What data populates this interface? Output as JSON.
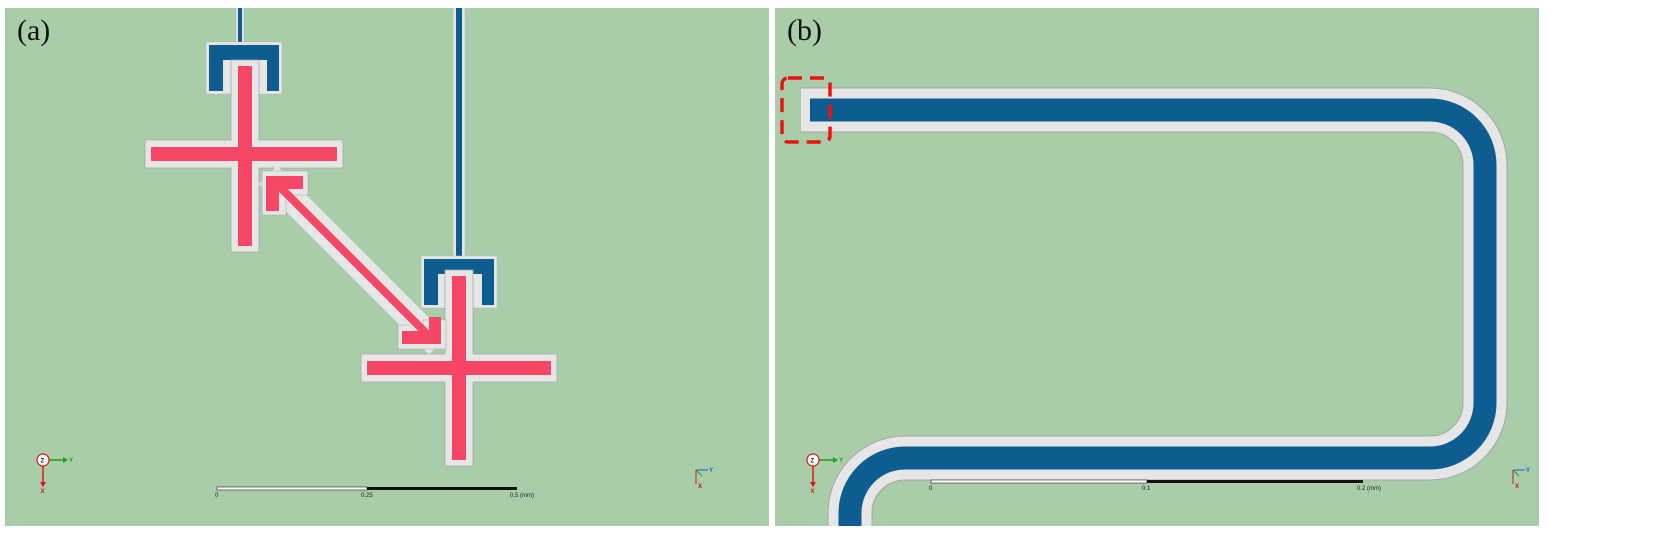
{
  "panels": {
    "a": {
      "label": "(a)",
      "scalebar": {
        "ticks": [
          "0",
          "0.25",
          "0.5 (mm)"
        ]
      },
      "axes": {
        "center": "Z",
        "horizontal": "Y",
        "vertical": "X",
        "corner_horizontal": "Y",
        "corner_vertical": "X"
      }
    },
    "b": {
      "label": "(b)",
      "scalebar": {
        "ticks": [
          "0",
          "0.1",
          "0.2 (mm)"
        ]
      },
      "axes": {
        "center": "Z",
        "horizontal": "Y",
        "vertical": "X",
        "corner_horizontal": "Y",
        "corner_vertical": "X"
      }
    }
  },
  "colors": {
    "substrate": "#a8cda8",
    "gap": "#e6e6e6",
    "qubit": "#f64866",
    "resonator": "#0e5d91",
    "highlight": "#ee1111"
  }
}
